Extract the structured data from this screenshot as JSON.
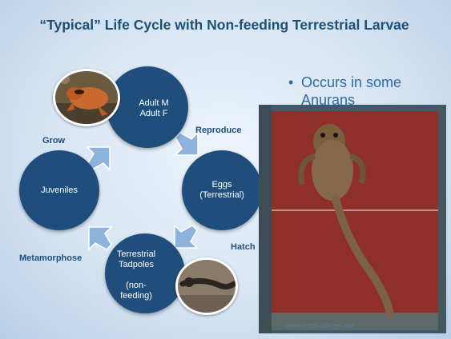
{
  "title": "“Typical” Life Cycle with Non-feeding Terrestrial Larvae",
  "bullet": {
    "marker": "•",
    "text": "Occurs in some Anurans"
  },
  "nodes": {
    "adult": "Adult M\nAdult F",
    "eggs": "Eggs\n(Terrestrial)",
    "juveniles": "Juveniles",
    "tadpoles": "Terrestrial\nTadpoles\n\n(non-\nfeeding)"
  },
  "transitions": {
    "reproduce": "Reproduce",
    "hatch": "Hatch",
    "metamorphose": "Metamorphose",
    "grow": "Grow"
  },
  "photo_credit": "www.tropicalfrogs.net",
  "colors": {
    "title": "#1f4e79",
    "bullet": "#2f6aa8",
    "node_fill": "#1f4e7d",
    "arrow_fill": "#8db2dc",
    "background": "#dbe7f4"
  }
}
